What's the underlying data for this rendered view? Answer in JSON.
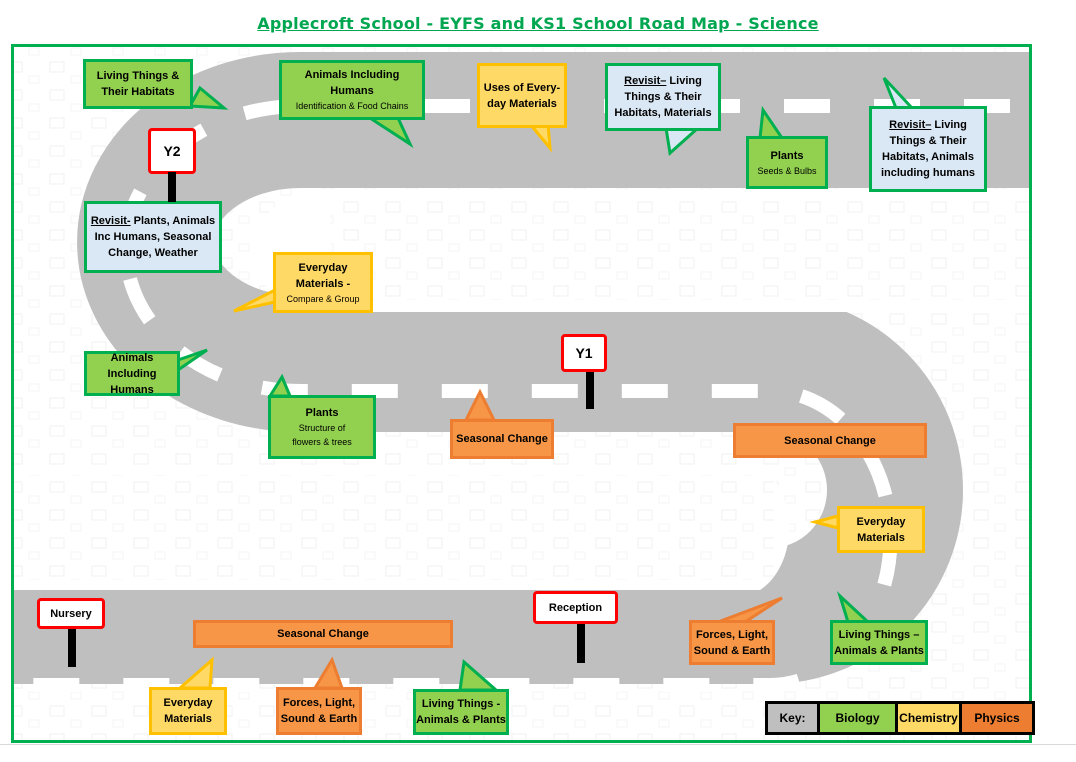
{
  "title": "Applecroft School - EYFS and KS1 School Road Map - Science",
  "colors": {
    "frame": "#00b050",
    "road": "#bfbfbf",
    "lane_marking": "#ffffff",
    "biology": "#92d050",
    "chemistry": "#ffd966",
    "physics": "#f79646",
    "revisit": "#dae8f5",
    "sign_border": "#ff0000"
  },
  "signs": [
    {
      "id": "nursery",
      "label": "Nursery"
    },
    {
      "id": "reception",
      "label": "Reception"
    },
    {
      "id": "y1",
      "label": "Y1"
    },
    {
      "id": "y2",
      "label": "Y2"
    }
  ],
  "topics": {
    "living_habitats_top": {
      "title": "Living Things & Their Habitats",
      "subject": "Biology"
    },
    "animals_food_chains": {
      "title": "Animals Including Humans",
      "subtitle": "Identification & Food Chains",
      "subject": "Biology"
    },
    "uses_materials": {
      "title": "Uses of Every-day Materials",
      "subject": "Chemistry"
    },
    "revisit_living_materials": {
      "prefix": "Revisit–",
      "title": " Living Things & Their Habitats, Materials",
      "subject": "Revisit"
    },
    "plants_seeds": {
      "title": "Plants",
      "subtitle": "Seeds & Bulbs",
      "subject": "Biology"
    },
    "revisit_living_animals": {
      "prefix": "Revisit–",
      "title": " Living Things & Their Habitats, Animals including humans",
      "subject": "Revisit"
    },
    "revisit_y2": {
      "prefix": "Revisit-",
      "title": " Plants, Animals Inc Humans, Seasonal Change, Weather",
      "subject": "Revisit"
    },
    "everyday_compare": {
      "title": "Everyday Materials -",
      "subtitle": "Compare & Group",
      "subject": "Chemistry"
    },
    "animals_humans_mid": {
      "title": "Animals Including Humans",
      "subject": "Biology"
    },
    "plants_structure": {
      "title": "Plants",
      "subtitle": "Structure of flowers & trees",
      "subject": "Biology"
    },
    "seasonal_y1_left": {
      "title": "Seasonal Change",
      "subject": "Physics"
    },
    "seasonal_y1_right": {
      "title": "Seasonal Change",
      "subject": "Physics"
    },
    "everyday_right": {
      "title": "Everyday Materials",
      "subject": "Chemistry"
    },
    "forces_right": {
      "title": "Forces, Light, Sound & Earth",
      "subject": "Physics"
    },
    "living_animals_plants_right": {
      "title": "Living Things – Animals & Plants",
      "subject": "Biology"
    },
    "seasonal_nursery": {
      "title": "Seasonal Change",
      "subject": "Physics"
    },
    "everyday_nursery": {
      "title": "Everyday Materials",
      "subject": "Chemistry"
    },
    "forces_nursery": {
      "title": "Forces, Light, Sound & Earth",
      "subject": "Physics"
    },
    "living_animals_plants_nursery": {
      "title": "Living Things - Animals & Plants",
      "subject": "Biology"
    }
  },
  "key": {
    "label": "Key:",
    "items": [
      {
        "label": "Biology",
        "color": "#92d050"
      },
      {
        "label": "Chemistry",
        "color": "#ffd966"
      },
      {
        "label": "Physics",
        "color": "#ed7d31"
      }
    ]
  }
}
